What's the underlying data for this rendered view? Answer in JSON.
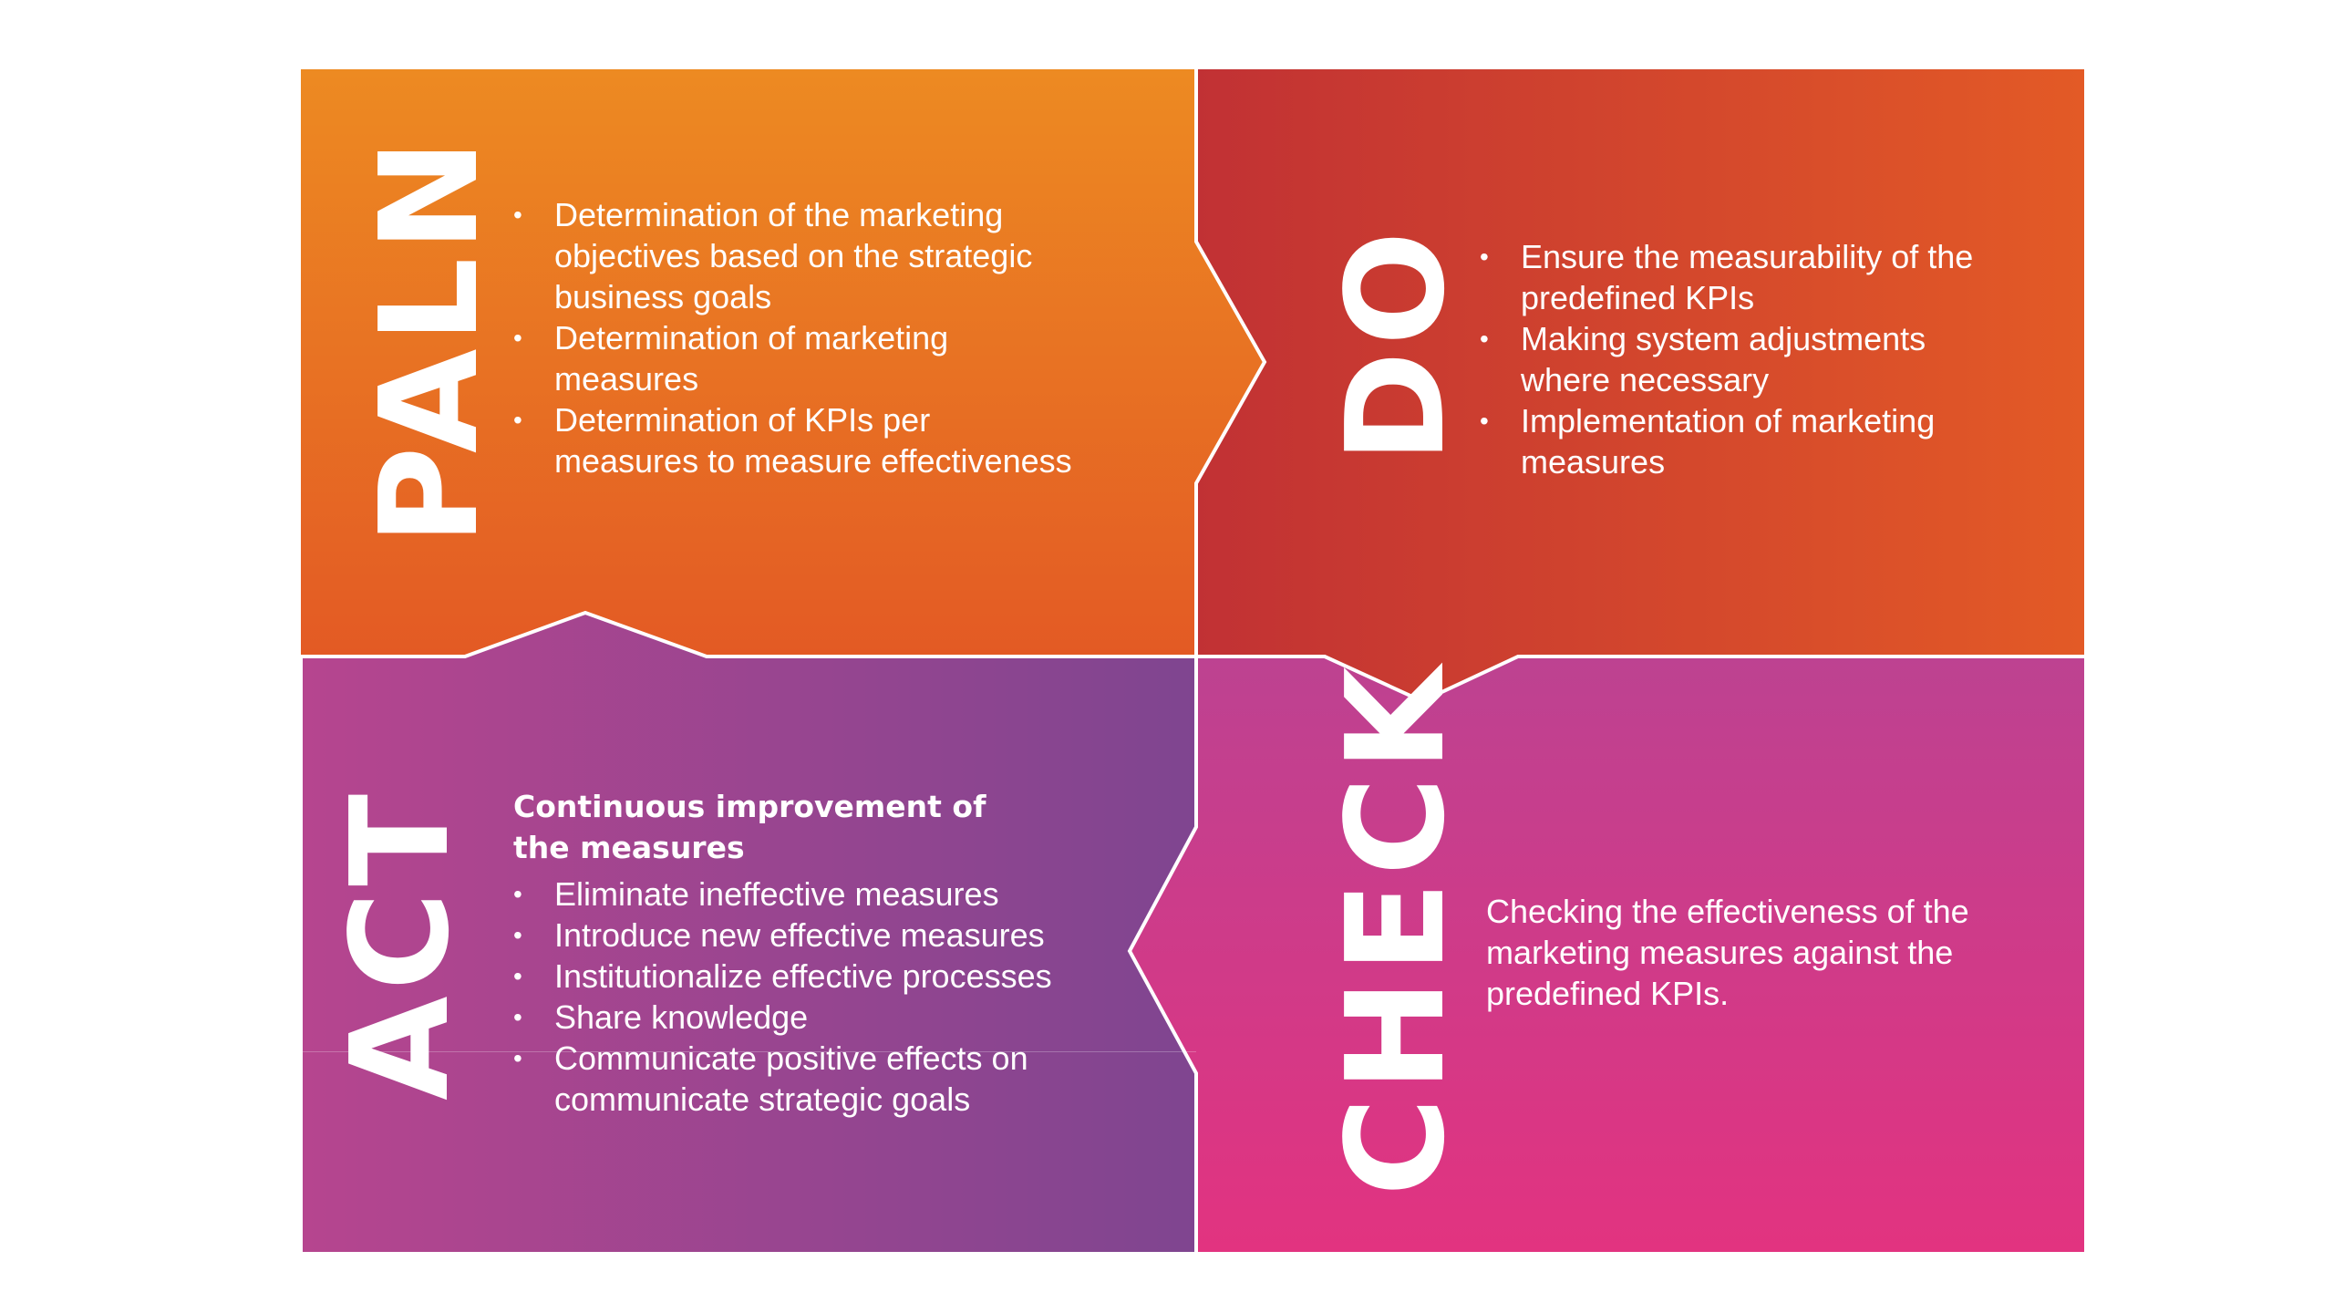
{
  "colors": {
    "background": "#ffffff",
    "divider": "#ffffff",
    "plan_gradient": [
      "#ed8a22",
      "#e35a24"
    ],
    "do_gradient": [
      "#c13134",
      "#e35a26"
    ],
    "check_gradient": [
      "#bd4291",
      "#e23380"
    ],
    "act_gradient": [
      "#b6458f",
      "#7f4590"
    ]
  },
  "quadrants": {
    "plan": {
      "title": "PALN",
      "bullets": [
        "Determination of the marketing objectives based on the strategic business goals",
        "Determination of marketing measures",
        "Determination of KPIs per measures to measure effectiveness"
      ]
    },
    "do": {
      "title": "DO",
      "bullets": [
        "Ensure the measurability of the predefined KPIs",
        "Making system adjustments where necessary",
        "Implementation of marketing measures"
      ]
    },
    "check": {
      "title": "CHECK",
      "paragraph": "Checking the effectiveness of the marketing measures against the predefined KPIs."
    },
    "act": {
      "title": "ACT",
      "heading": "Continuous improvement of the measures",
      "bullets": [
        "Eliminate ineffective measures",
        "Introduce new effective measures",
        "Institutionalize effective processes",
        "Share knowledge",
        "Communicate positive effects on communicate strategic goals"
      ]
    }
  }
}
